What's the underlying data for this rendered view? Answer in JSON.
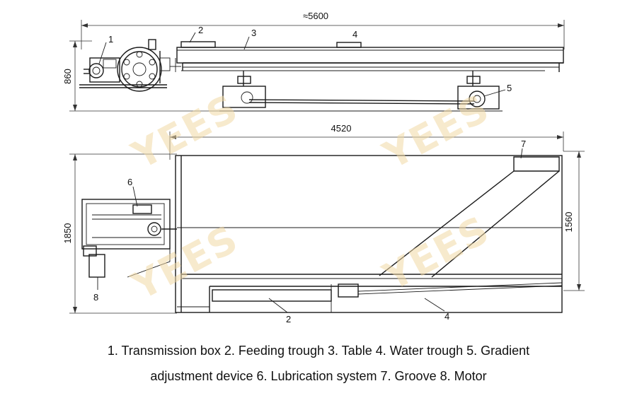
{
  "dimensions": {
    "top_length": "≈5600",
    "top_height": "860",
    "bottom_length": "4520",
    "bottom_width": "1850",
    "table_width": "1560"
  },
  "labels": {
    "top": [
      "1",
      "2",
      "3",
      "4",
      "5"
    ],
    "bottom": [
      "6",
      "7",
      "8",
      "2",
      "4"
    ]
  },
  "watermark": "YEES",
  "caption": {
    "line1": "1. Transmission box   2. Feeding trough   3. Table   4. Water trough   5. Gradient",
    "line2": "adjustment device   6. Lubrication system   7. Groove   8. Motor"
  }
}
